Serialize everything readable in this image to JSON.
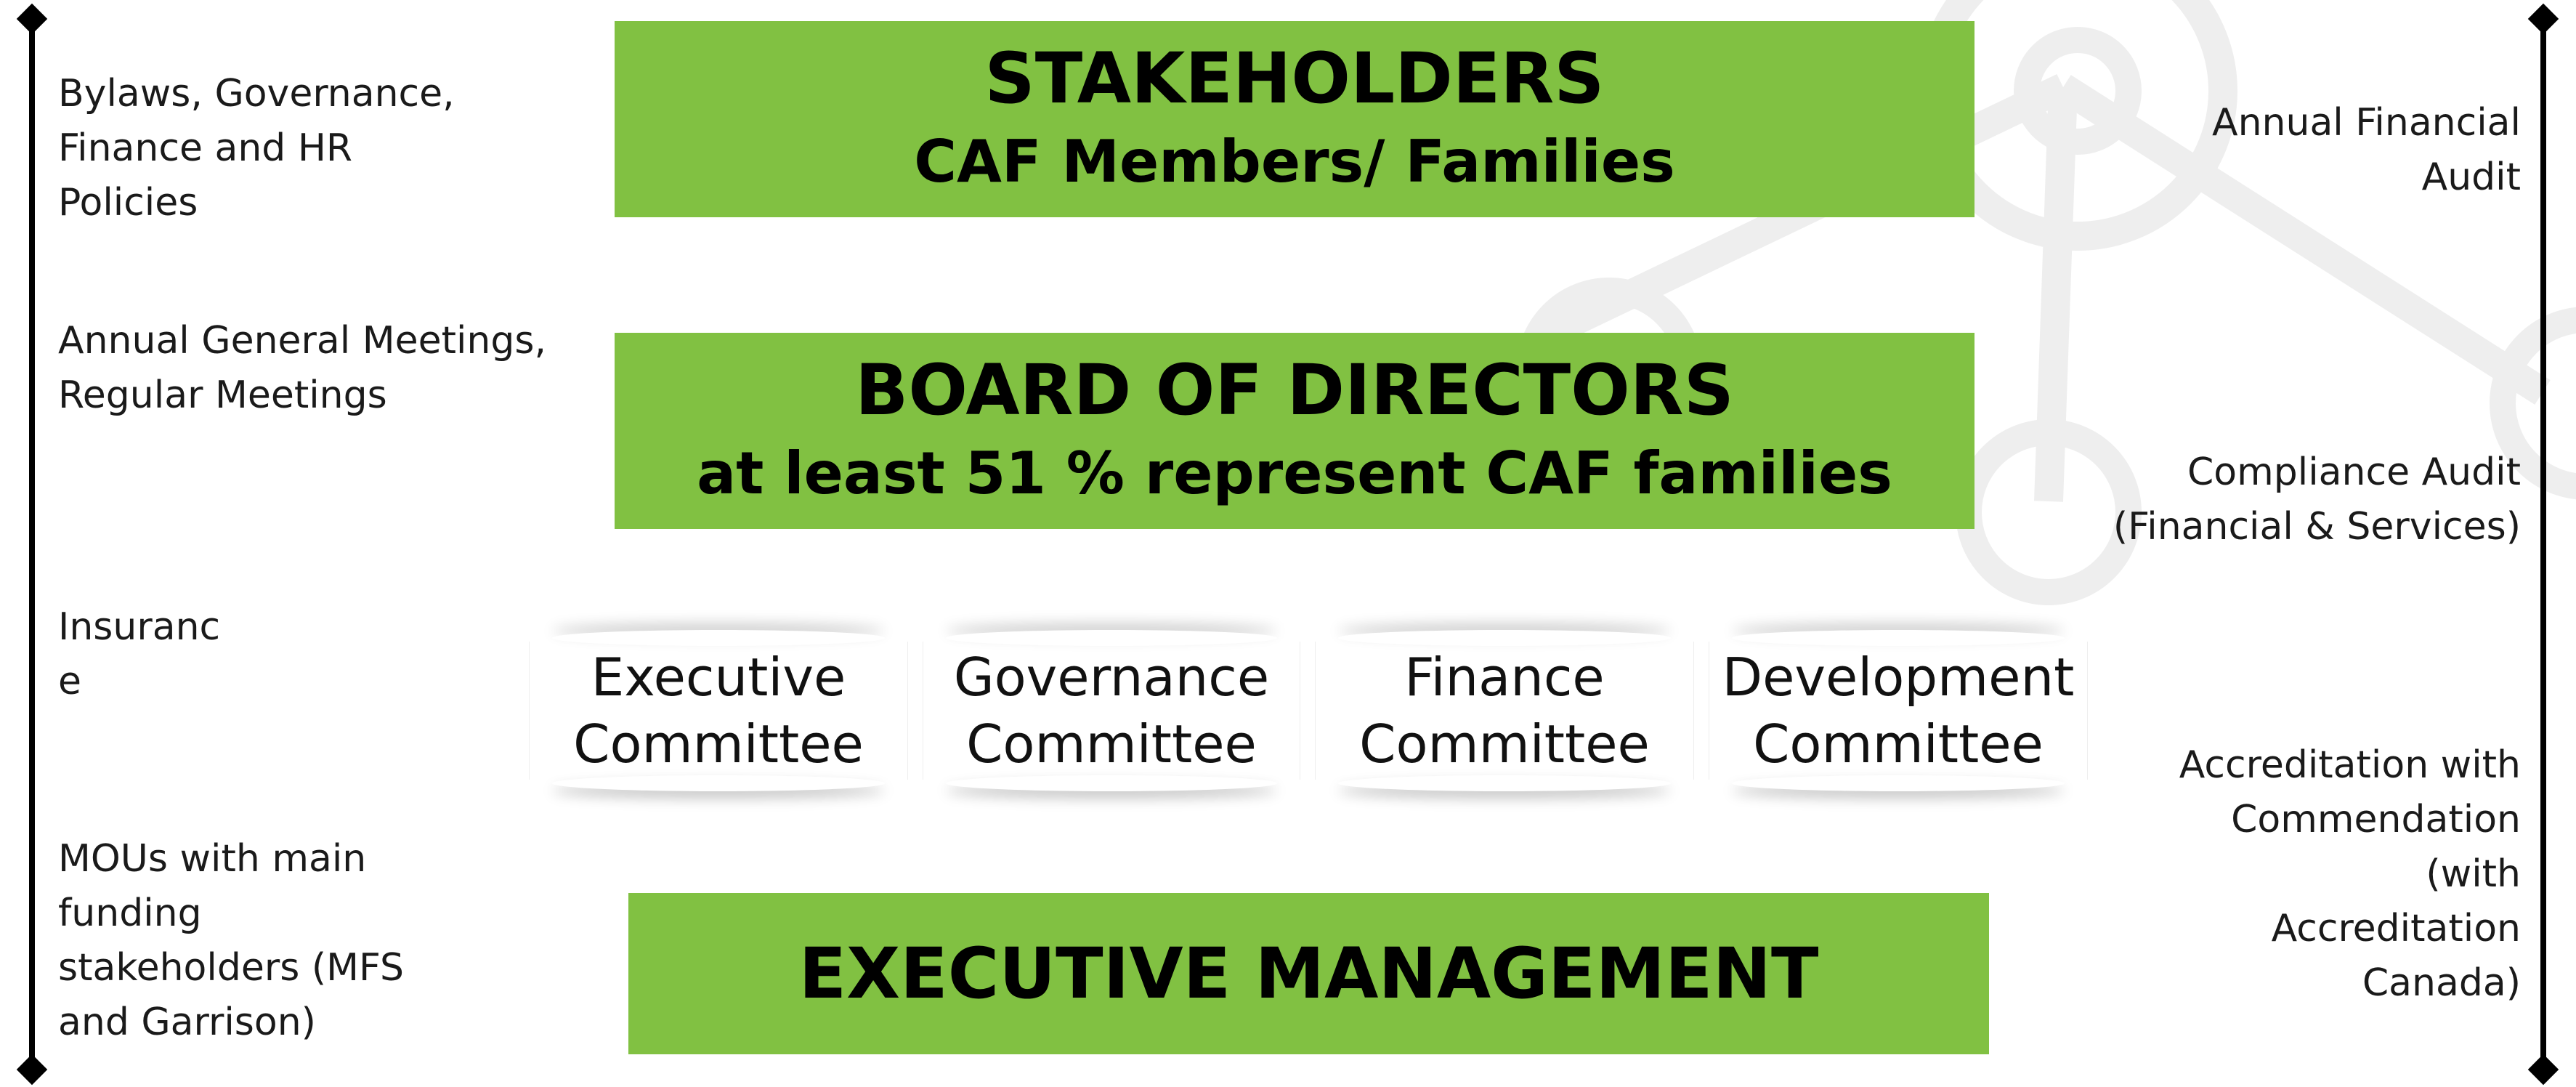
{
  "left_notes": [
    "Bylaws, Governance,\nFinance and HR\nPolicies",
    "Annual General Meetings,\nRegular Meetings",
    "Insuranc\ne",
    "MOUs with main\nfunding\nstakeholders (MFS\nand Garrison)"
  ],
  "right_notes": [
    "Annual Financial\nAudit",
    "Compliance Audit\n(Financial & Services)",
    "Accreditation with\nCommendation\n(with\nAccreditation\nCanada)"
  ],
  "stakeholders": {
    "title": "STAKEHOLDERS",
    "subtitle": "CAF Members/ Families"
  },
  "board": {
    "title": "BOARD OF DIRECTORS",
    "subtitle": "at least 51 % represent CAF families"
  },
  "committees": [
    "Executive\nCommittee",
    "Governance\nCommittee",
    "Finance\nCommittee",
    "Development\nCommittee"
  ],
  "executive_management": {
    "title": "EXECUTIVE MANAGEMENT"
  },
  "colors": {
    "box_green": "#81c142",
    "decor_gray": "#eeeeee"
  }
}
